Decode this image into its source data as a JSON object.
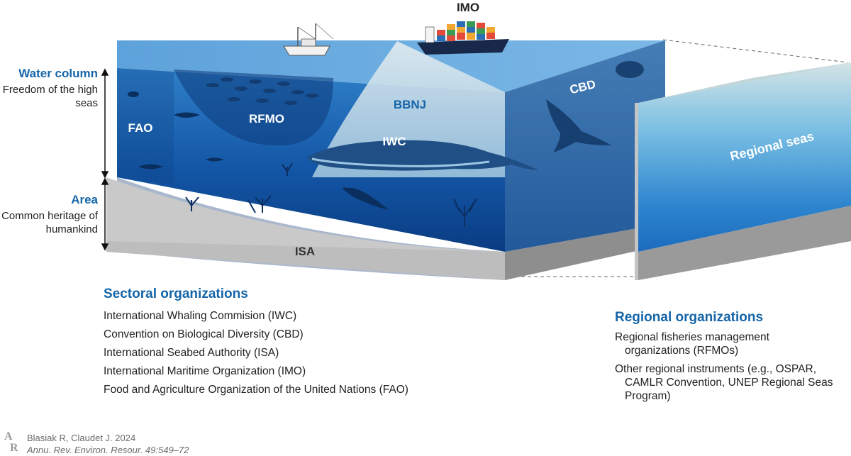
{
  "labels": {
    "imo": "IMO",
    "fao": "FAO",
    "rfmo": "RFMO",
    "bbnj": "BBNJ",
    "iwc": "IWC",
    "cbd": "CBD",
    "isa": "ISA",
    "regional_seas": "Regional seas"
  },
  "side": {
    "water_column_title": "Water column",
    "water_column_sub": "Freedom of the high seas",
    "area_title": "Area",
    "area_sub": "Common heritage of humankind"
  },
  "sectoral": {
    "title": "Sectoral organizations",
    "items": [
      "International Whaling Commision (IWC)",
      "Convention on Biological Diversity (CBD)",
      "International Seabed Authority (ISA)",
      "International Maritime Organization (IMO)",
      "Food and Agriculture Organization of the United Nations (FAO)"
    ]
  },
  "regional": {
    "title": "Regional organizations",
    "items": [
      "Regional fisheries management organizations (RFMOs)",
      "Other regional instruments (e.g., OSPAR, CAMLR Convention, UNEP Regional Seas Program)"
    ]
  },
  "citation": {
    "authors": "Blasiak R, Claudet J. 2024",
    "journal": "Annu. Rev. Environ. Resour. 49:549–72"
  },
  "colors": {
    "label_blue": "#1565a8",
    "sea_dark": "#0b3f86",
    "sea_light": "#6aaee0",
    "seabed": "#bdbdbd",
    "bbnj_zone": "#d9e6ea"
  }
}
